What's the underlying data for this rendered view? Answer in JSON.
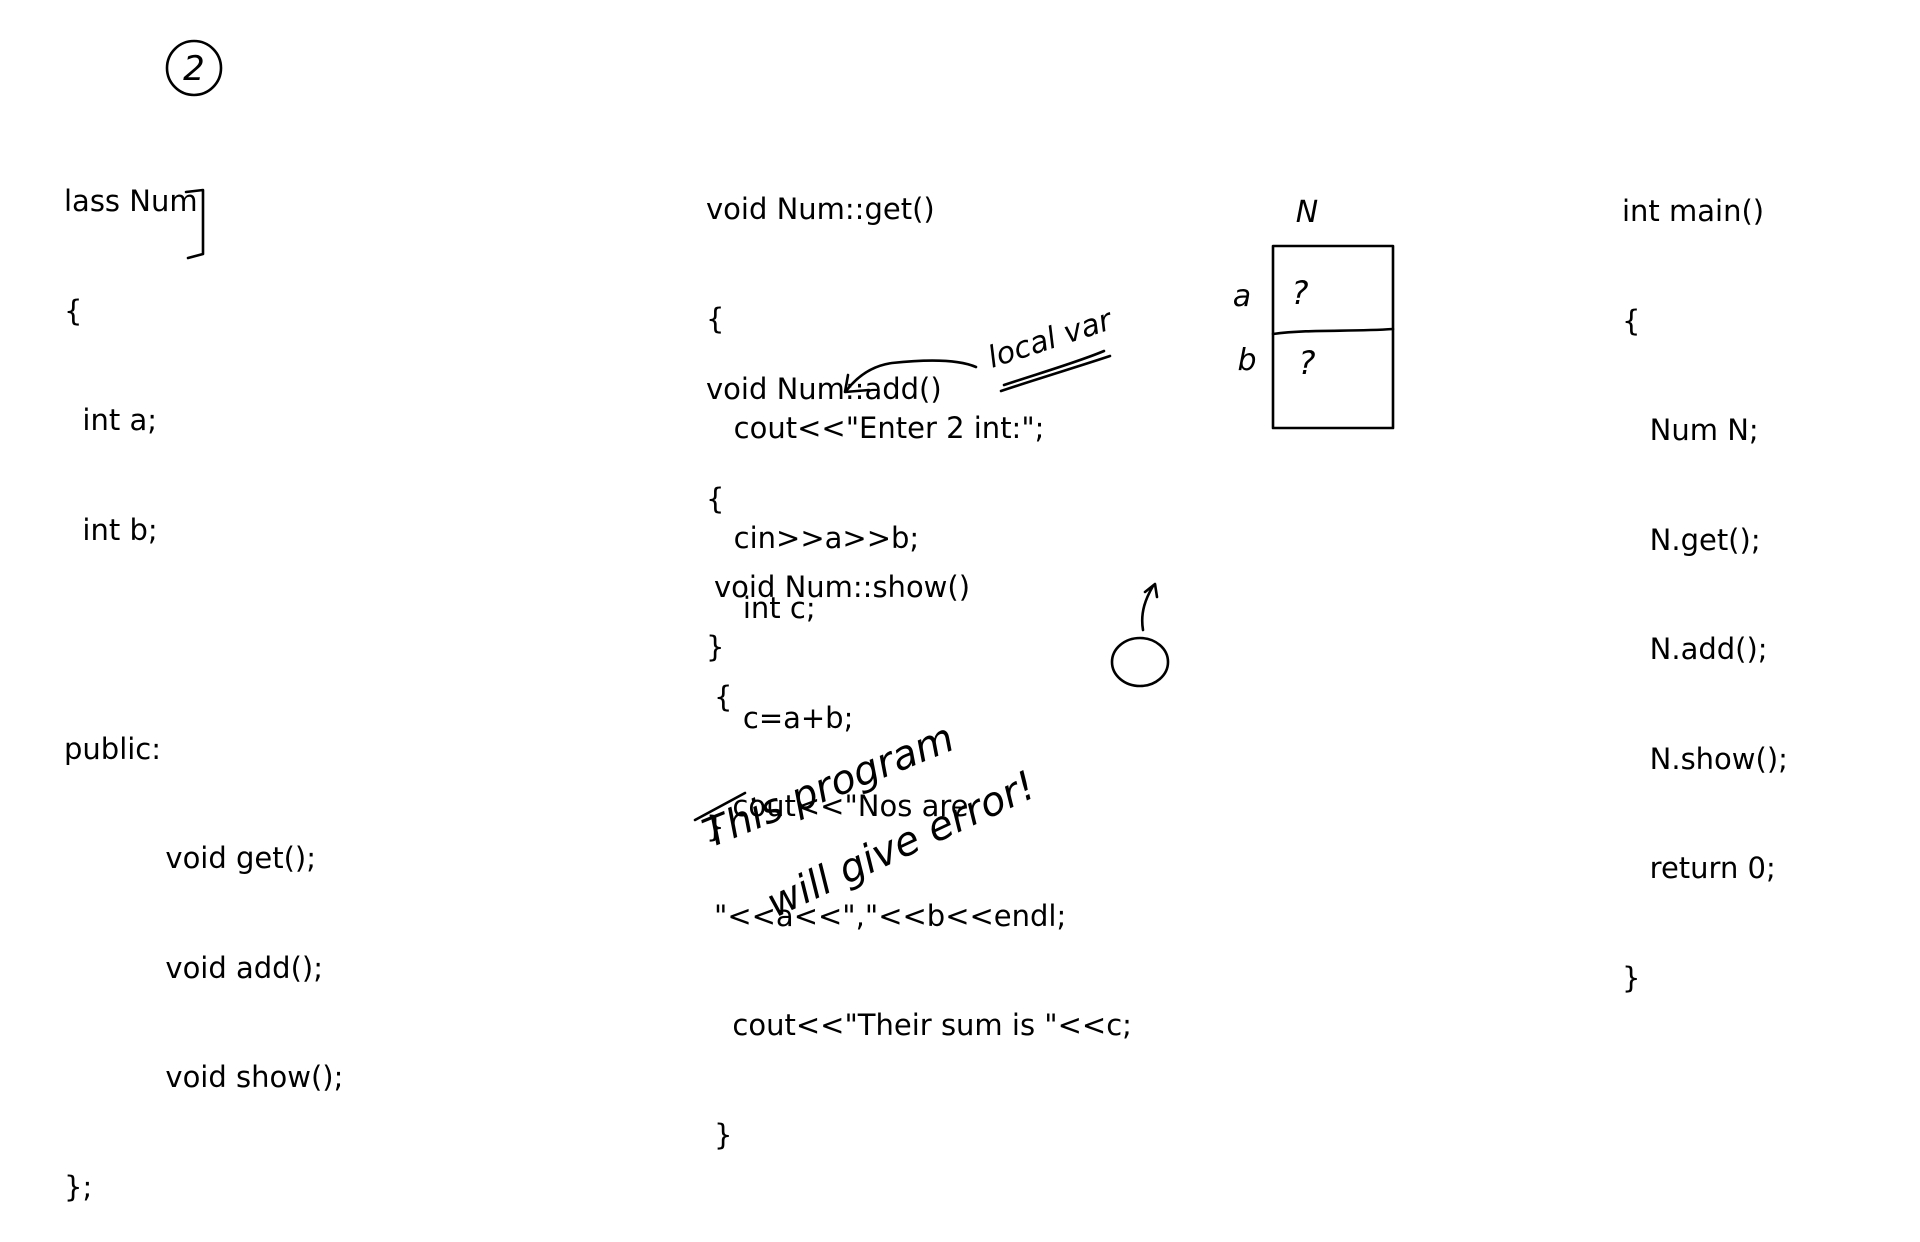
{
  "class_decl": {
    "lines": [
      "lass Num",
      "{",
      "  int a;",
      "  int b;",
      "",
      "public:",
      "           void get();",
      "           void add();",
      "           void show();",
      "};"
    ]
  },
  "get_func": {
    "lines": [
      "void Num::get()",
      "{",
      "   cout<<\"Enter 2 int:\";",
      "   cin>>a>>b;",
      "}"
    ]
  },
  "add_func": {
    "lines": [
      "void Num::add()",
      "{",
      "    int c;",
      "    c=a+b;",
      "}"
    ]
  },
  "show_func": {
    "lines": [
      "void Num::show()",
      "{",
      "  cout<<\"Nos are",
      "\"<<a<<\",\"<<b<<endl;",
      "  cout<<\"Their sum is \"<<c;",
      "}"
    ]
  },
  "main_func": {
    "lines": [
      "int main()",
      "{",
      "   Num N;",
      "   N.get();",
      "   N.add();",
      "   N.show();",
      "   return 0;",
      "}"
    ]
  },
  "annotations": {
    "page_number": "2",
    "local_var_note": "local var",
    "memory_object_label": "N",
    "memory_row_a_label": "a",
    "memory_row_b_label": "b",
    "memory_row_a_value": "?",
    "memory_row_b_value": "?",
    "error_note_line1": "This program",
    "error_note_line2": "will give error!"
  }
}
